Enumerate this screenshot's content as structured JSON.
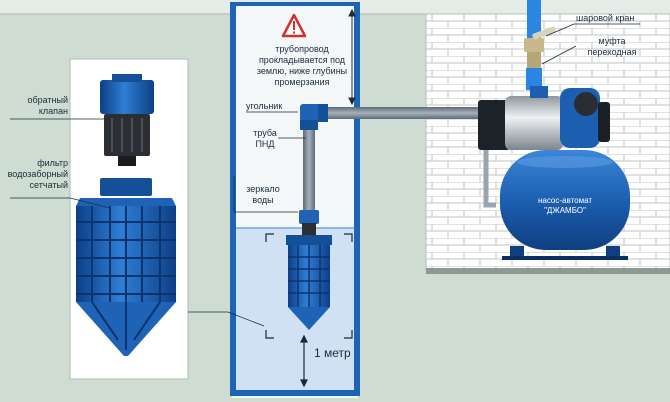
{
  "labels": {
    "check_valve": [
      "обратный",
      "клапан"
    ],
    "filter": [
      "фильтр",
      "водозаборный",
      "сетчатый"
    ],
    "pipeline_note": [
      "трубопровод",
      "прокладывается под",
      "землю, ниже глубины",
      "промерзания"
    ],
    "elbow": "угольник",
    "pipe": [
      "труба",
      "ПНД"
    ],
    "water_mirror": [
      "зеркало",
      "воды"
    ],
    "depth": "1 метр",
    "ball_valve": "шаровой кран",
    "adapter": [
      "муфта",
      "переходная"
    ],
    "pump": [
      "насос-автомат",
      "\"ДЖАМБО\""
    ]
  },
  "icons": [
    "warning-triangle-icon",
    "depth-arrow-icon"
  ],
  "colors": {
    "ground": "#cfdcd2",
    "well_water": "#cfe1f3",
    "pipe": "#7c8a96",
    "filter_blue": "#1e63b5",
    "pump_blue": "#1c5fb0",
    "brick": "#ffffff",
    "warning": "#d62d2d"
  }
}
